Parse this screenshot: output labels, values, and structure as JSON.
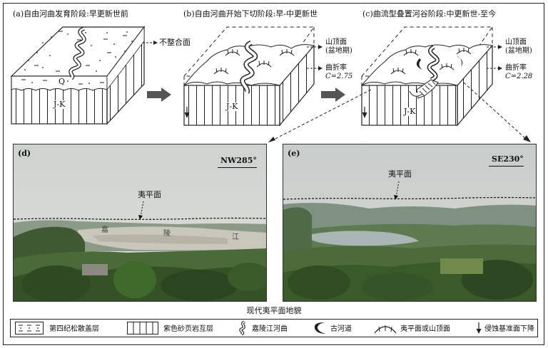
{
  "stages": {
    "a": {
      "title": "(a)自由河曲发育阶段:早更新世前"
    },
    "b": {
      "title": "(b)自由河曲开始下切阶段:早-中更新世"
    },
    "c": {
      "title": "(c)曲流型叠置河谷阶段:中更新世-至今"
    }
  },
  "block_labels": {
    "quaternary": "Q",
    "jurassic_cretaceous": "J-K"
  },
  "annotations": {
    "unconformity": "不整合面",
    "summit_surface_line1": "山顶面",
    "summit_surface_line2": "(盆地期)",
    "sinuosity_label": "曲折率",
    "sinuosity_b": "C=2.75",
    "sinuosity_c": "C=2.28"
  },
  "photos": {
    "d": {
      "label": "(d)",
      "bearing": "NW285°",
      "surface_label": "夷平面",
      "river_chars": [
        "嘉",
        "陵",
        "江"
      ]
    },
    "e": {
      "label": "(e)",
      "bearing": "SE230°",
      "surface_label": "夷平面"
    }
  },
  "caption": "现代夷平面地貌",
  "legend": [
    {
      "icon": "quaternary-pattern-icon",
      "label": "第四纪松散盖层"
    },
    {
      "icon": "sandstone-pattern-icon",
      "label": "紫色砂页岩互层"
    },
    {
      "icon": "meander-river-icon",
      "label": "嘉陵江河曲"
    },
    {
      "icon": "paleochannel-icon",
      "label": "古河道"
    },
    {
      "icon": "planation-surface-icon",
      "label": "夷平面或山顶面"
    },
    {
      "icon": "erosion-base-arrow-icon",
      "label": "侵蚀基准面下降"
    }
  ]
}
